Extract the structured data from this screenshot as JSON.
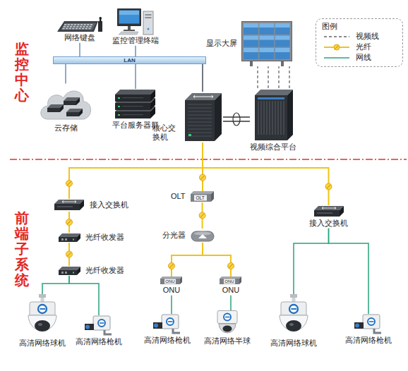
{
  "diagram": {
    "nodes": [
      {
        "text": [
          "网络键盘"
        ]
      },
      {
        "text": [
          "监控管理终端"
        ]
      },
      {
        "text": [
          "显示大屏"
        ]
      },
      {
        "text": [
          "LAN"
        ]
      },
      {
        "text": [
          "云存储"
        ]
      },
      {
        "text": [
          "平台服务器群"
        ]
      },
      {
        "text": [
          "核心交换机"
        ]
      },
      {
        "text": [
          "视频综合平台"
        ]
      },
      {
        "text": [
          "接入交换机"
        ]
      },
      {
        "text": [
          "光纤收发器"
        ]
      },
      {
        "text": [
          "光纤收发器"
        ]
      },
      {
        "text": [
          "高清网络球机"
        ]
      },
      {
        "text": [
          "高清网络枪机"
        ]
      },
      {
        "text": [
          "OLT",
          "OLT"
        ]
      },
      {
        "text": [
          "分光器"
        ]
      },
      {
        "text": [
          "ONU",
          "ONU"
        ]
      },
      {
        "text": [
          "ONU",
          "ONU"
        ]
      },
      {
        "text": [
          "高清网络枪机"
        ]
      },
      {
        "text": [
          "高清网络半球"
        ]
      },
      {
        "text": [
          "接入交换机"
        ]
      },
      {
        "text": [
          "高清网络球机"
        ]
      },
      {
        "text": [
          "高清网络枪机"
        ]
      }
    ],
    "edges": [
      {
        "from": 0,
        "to": 3,
        "arrow": "none"
      },
      {
        "from": 1,
        "to": 3,
        "arrow": "none"
      },
      {
        "from": 3,
        "to": 4,
        "arrow": "none"
      },
      {
        "from": 3,
        "to": 5,
        "arrow": "none"
      },
      {
        "from": 3,
        "to": 6,
        "arrow": "none"
      },
      {
        "from": 6,
        "to": 7,
        "arrow": "none"
      },
      {
        "from": 7,
        "to": 2,
        "arrow": "none"
      },
      {
        "from": 6,
        "to": 8,
        "arrow": "none"
      },
      {
        "from": 6,
        "to": 13,
        "arrow": "none"
      },
      {
        "from": 6,
        "to": 19,
        "arrow": "none"
      },
      {
        "from": 8,
        "to": 9,
        "arrow": "none"
      },
      {
        "from": 9,
        "to": 10,
        "arrow": "none"
      },
      {
        "from": 10,
        "to": 11,
        "arrow": "none"
      },
      {
        "from": 10,
        "to": 12,
        "arrow": "none"
      },
      {
        "from": 13,
        "to": 14,
        "arrow": "none"
      },
      {
        "from": 14,
        "to": 15,
        "arrow": "none"
      },
      {
        "from": 14,
        "to": 16,
        "arrow": "none"
      },
      {
        "from": 15,
        "to": 17,
        "arrow": "none"
      },
      {
        "from": 16,
        "to": 18,
        "arrow": "none"
      },
      {
        "from": 19,
        "to": 20,
        "arrow": "none"
      },
      {
        "from": 19,
        "to": 21,
        "arrow": "none"
      }
    ],
    "labels": [
      "监控中心",
      "前端子系统",
      "图例"
    ],
    "legend": [
      {
        "text": "视频线"
      },
      {
        "text": "光纤"
      },
      {
        "text": "网线"
      }
    ]
  }
}
